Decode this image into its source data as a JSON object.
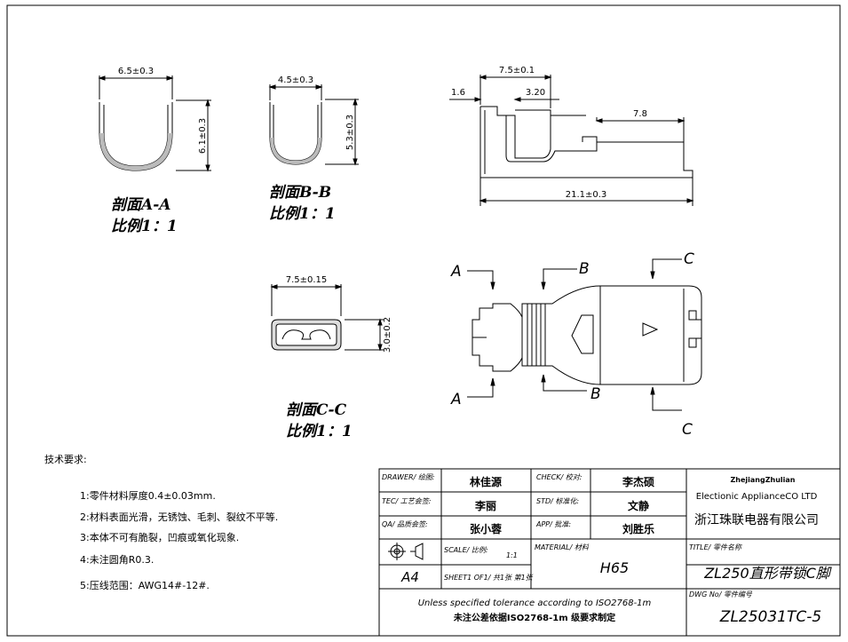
{
  "section_aa": {
    "label": "剖面A-A",
    "scale": "比例1：1",
    "width_dim": "6.5±0.3",
    "height_dim": "6.1±0.3"
  },
  "section_bb": {
    "label": "剖面B-B",
    "scale": "比例1：1",
    "width_dim": "4.5±0.3",
    "height_dim": "5.3±0.3"
  },
  "section_cc": {
    "label": "剖面C-C",
    "scale": "比例1：1",
    "width_dim": "7.5±0.15",
    "height_dim": "3.0±0.2"
  },
  "side_view": {
    "dim_top": "7.5±0.1",
    "dim_left": "1.6",
    "dim_mid": "3.20",
    "dim_right": "7.8",
    "dim_overall": "21.1±0.3"
  },
  "plan_view": {
    "cut_a": "A",
    "cut_b": "B",
    "cut_c": "C"
  },
  "tech_notes": {
    "heading": "技术要求:",
    "items": [
      "1:零件材料厚度0.4±0.03mm.",
      "2:材料表面光滑，无锈蚀、毛刺、裂纹不平等.",
      "3:本体不可有脆裂，凹痕或氧化现象.",
      "4:未注圆角R0.3.",
      "5:压线范围：AWG14#-12#."
    ]
  },
  "title_block": {
    "drawer_label": "DRAWER/ 绘图:",
    "drawer_value": "林佳源",
    "check_label": "CHECK/ 校对:",
    "check_value": "李杰硕",
    "tec_label": "TEC/ 工艺会签:",
    "tec_value": "李丽",
    "std_label": "STD/ 标准化:",
    "std_value": "文静",
    "qa_label": "QA/ 品质会签:",
    "qa_value": "张小蓉",
    "app_label": "APP/ 批准:",
    "app_value": "刘胜乐",
    "company_en1": "ZhejiangZhulian",
    "company_en2": "Electionic ApplianceCO LTD",
    "company_cn": "浙江珠联电器有限公司",
    "paper_size": "A4",
    "scale_label": "SCALE/ 比例:",
    "scale_value": "1:1",
    "sheet_label": "SHEET1 OF1/ 共1张 第1张",
    "material_label": "MATERIAL/ 材料",
    "material_value": "H65",
    "title_label": "TITLE/ 零件名称",
    "title_value": "ZL250直形带锁C脚",
    "tolerance_en": "Unless specified tolerance according to ISO2768-1m",
    "tolerance_cn": "未注公差依据ISO2768-1m 级要求制定",
    "dwg_label": "DWG No/ 零件编号",
    "dwg_value": "ZL25031TC-5"
  }
}
